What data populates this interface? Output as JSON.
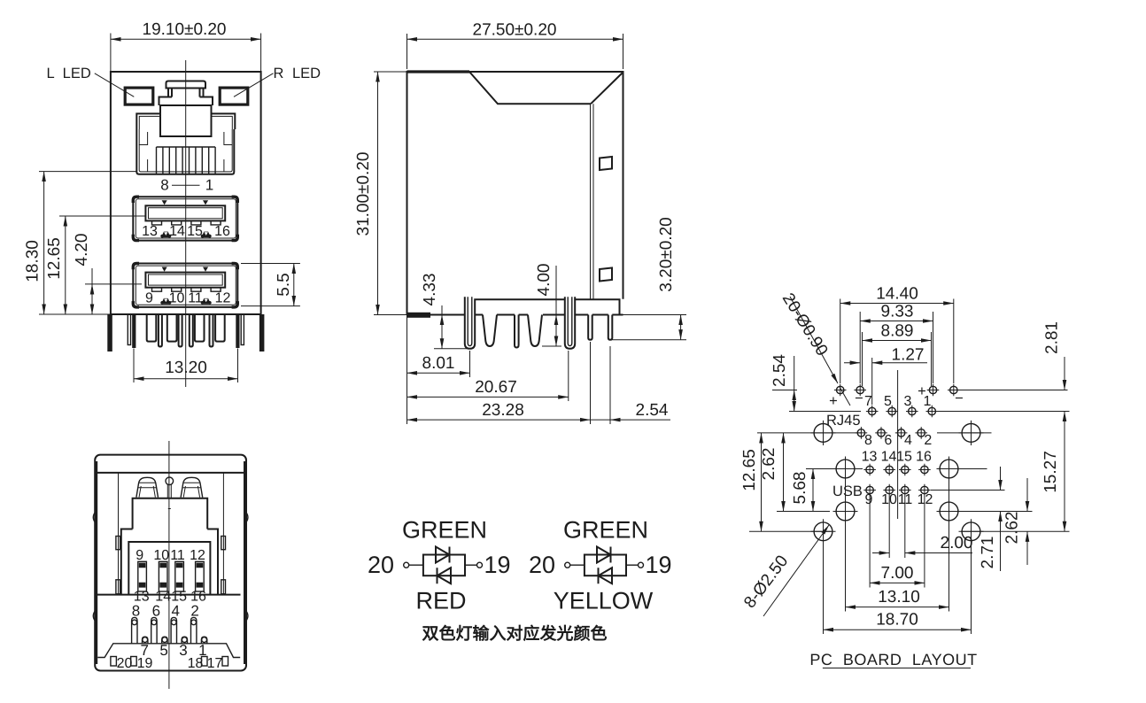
{
  "front_view": {
    "dim_width": "19.10±0.20",
    "label_l_led": "L LED",
    "label_r_led": "R LED",
    "rj45_pin_left": "8",
    "rj45_pin_right": "1",
    "usb_top_pins": [
      "13",
      "14",
      "15",
      "16"
    ],
    "usb_bottom_pins": [
      "9",
      "10",
      "11",
      "12"
    ],
    "dim_height_total": "18.30",
    "dim_usb_top": "12.65",
    "dim_usb_bottom": "4.20",
    "dim_usb_port_height": "5.5",
    "dim_pin_span": "13.20"
  },
  "side_view": {
    "dim_depth": "27.50±0.20",
    "dim_height": "31.00±0.20",
    "dim_lock_front": "4.33",
    "dim_lock_rear": "4.00",
    "dim_pin_below_board": "3.20±0.20",
    "dim_lock1_offset": "8.01",
    "dim_lock2_offset": "20.67",
    "dim_pin_row_offset": "23.28",
    "dim_pin_pitch": "2.54"
  },
  "bottom_view": {
    "usb_front_pins": [
      "9",
      "10",
      "11",
      "12"
    ],
    "usb_rear_pins": [
      "13",
      "14",
      "15",
      "16"
    ],
    "rj45_row1_pins": [
      "8",
      "6",
      "4",
      "2"
    ],
    "rj45_row2_pins": [
      "7",
      "5",
      "3",
      "1"
    ],
    "led_pins": [
      "20",
      "19",
      "18",
      "17"
    ]
  },
  "led_circuits": {
    "circuit1": {
      "top": "GREEN",
      "bottom": "RED",
      "left_pin": "20",
      "right_pin": "19"
    },
    "circuit2": {
      "top": "GREEN",
      "bottom": "YELLOW",
      "left_pin": "20",
      "right_pin": "19"
    },
    "caption": "双色灯输入对应发光颜色"
  },
  "pcb_layout": {
    "title": "PC BOARD LAYOUT",
    "hole_note_small": "20-Ø0.90",
    "hole_note_big": "8-Ø2.50",
    "label_rj45": "RJ45",
    "label_usb": "USB",
    "polarity": [
      "+",
      "−",
      "+",
      "−"
    ],
    "rj45_row1_pins": [
      "7",
      "5",
      "3",
      "1"
    ],
    "rj45_row2_pins": [
      "8",
      "6",
      "4",
      "2"
    ],
    "usb_rear_pins": [
      "13",
      "14",
      "15",
      "16"
    ],
    "usb_front_pins": [
      "9",
      "10",
      "11",
      "12"
    ],
    "dims": {
      "d1440": "14.40",
      "d933": "9.33",
      "d889": "8.89",
      "d127": "1.27",
      "d254": "2.54",
      "d281": "2.81",
      "d1265": "12.65",
      "d262l": "2.62",
      "d568": "5.68",
      "d1527": "15.27",
      "d262r": "2.62",
      "d271": "2.71",
      "d200": "2.00",
      "d700": "7.00",
      "d1310": "13.10",
      "d1870": "18.70"
    }
  }
}
